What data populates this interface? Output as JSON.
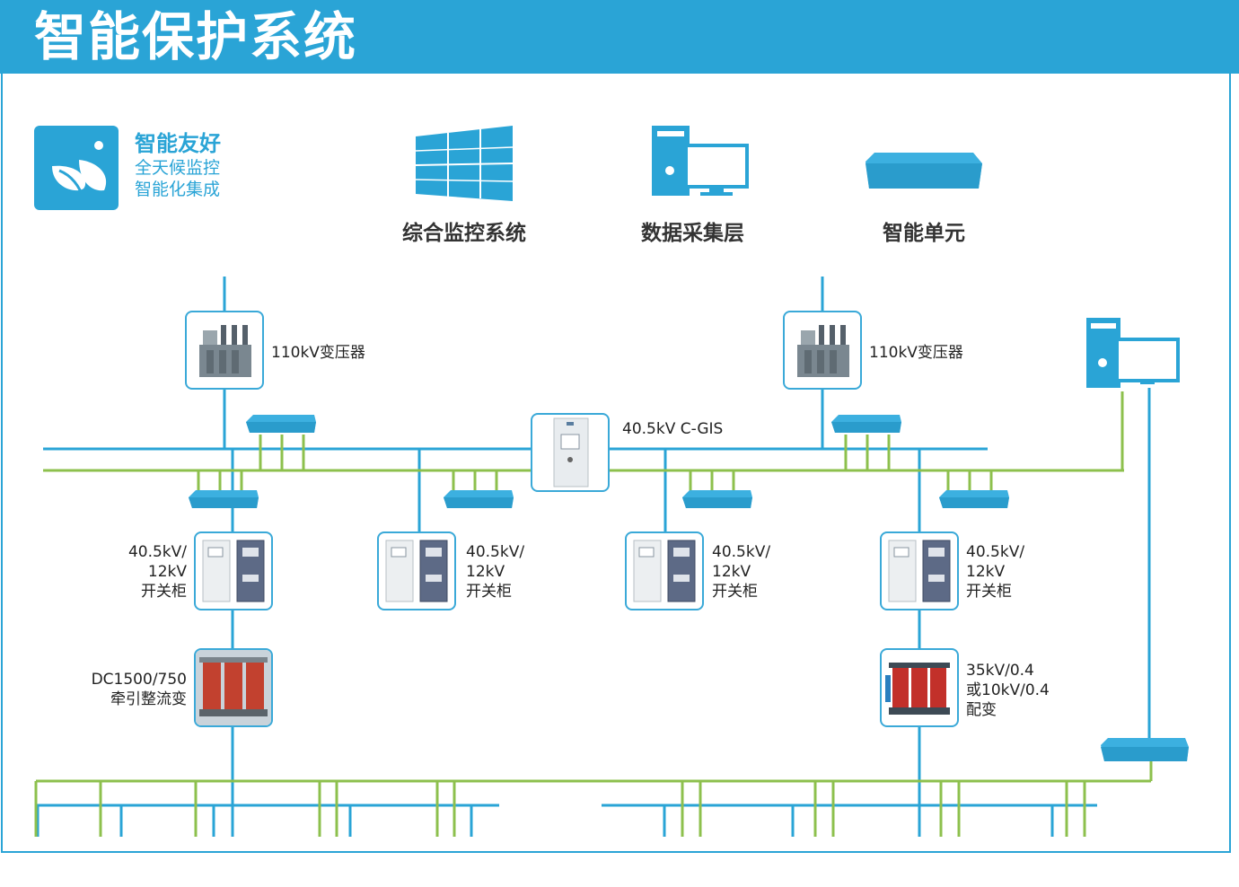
{
  "header": {
    "title": "智能保护系统"
  },
  "logo": {
    "title": "智能友好",
    "line1": "全天候监控",
    "line2": "智能化集成"
  },
  "top_icons": [
    {
      "label": "综合监控系统",
      "icon": "windows-panel-icon"
    },
    {
      "label": "数据采集层",
      "icon": "computer-icon"
    },
    {
      "label": "智能单元",
      "icon": "network-switch-icon"
    }
  ],
  "devices": {
    "transformer_left": "110kV变压器",
    "transformer_right": "110kV变压器",
    "cgis": "40.5kV C-GIS",
    "switchgear_l1": "40.5kV/",
    "switchgear_l2": "12kV",
    "switchgear_l3": "开关柜",
    "rectifier_l1": "DC1500/750",
    "rectifier_l2": "牵引整流变",
    "dist_l1": "35kV/0.4",
    "dist_l2": "或10kV/0.4",
    "dist_l3": "配变"
  },
  "colors": {
    "blue": "#2aa4d6",
    "green": "#8dc04d",
    "header": "#2aa4d6"
  }
}
